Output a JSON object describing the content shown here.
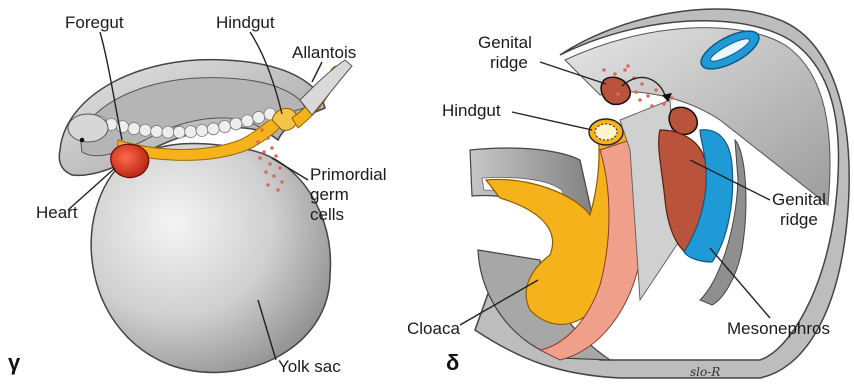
{
  "panels": {
    "left": {
      "letter": "γ",
      "labels": {
        "foregut": "Foregut",
        "hindgut": "Hindgut",
        "allantois": "Allantois",
        "heart": "Heart",
        "pgc_line1": "Primordial",
        "pgc_line2": "germ",
        "pgc_line3": "cells",
        "yolk_sac": "Yolk sac"
      }
    },
    "right": {
      "letter": "δ",
      "labels": {
        "genital_ridge_top_1": "Genital",
        "genital_ridge_top_2": "ridge",
        "hindgut": "Hindgut",
        "genital_ridge_right_1": "Genital",
        "genital_ridge_right_2": "ridge",
        "cloaca": "Cloaca",
        "mesonephros": "Mesonephros"
      },
      "signature": "slo-R"
    }
  },
  "colors": {
    "tissue_gray": "#9a9a9a",
    "tissue_light": "#d9d9d9",
    "gut_yellow": "#f5b21b",
    "heart_red": "#d4311e",
    "ridge_brown": "#b9533b",
    "mesonephros_blue": "#1f9ad6",
    "germ_cells": "#d96b5a"
  }
}
